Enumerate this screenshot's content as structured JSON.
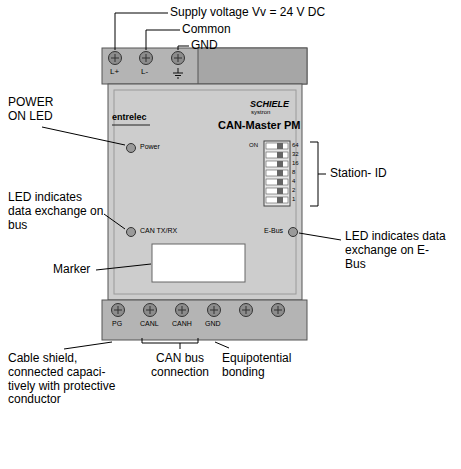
{
  "diagram": {
    "labels": [
      "Supply voltage Vv = 24 V DC",
      "Common",
      "GND",
      "L+",
      "L-",
      "POWER ON LED",
      "entrelec",
      "SCHIELE",
      "systron",
      "CAN-Master PM",
      "Power",
      "ON",
      "64",
      "32",
      "16",
      "8",
      "4",
      "2",
      "1",
      "Station- ID",
      "LED indicates data exchange on bus",
      "CAN TX/RX",
      "E-Bus",
      "LED indicates data exchange on E-Bus",
      "Marker",
      "PG",
      "CANL",
      "CANH",
      "GND",
      "Cable shield, connected capaci- tively with protective conductor",
      "CAN bus connection",
      "Equipotential bonding"
    ]
  }
}
